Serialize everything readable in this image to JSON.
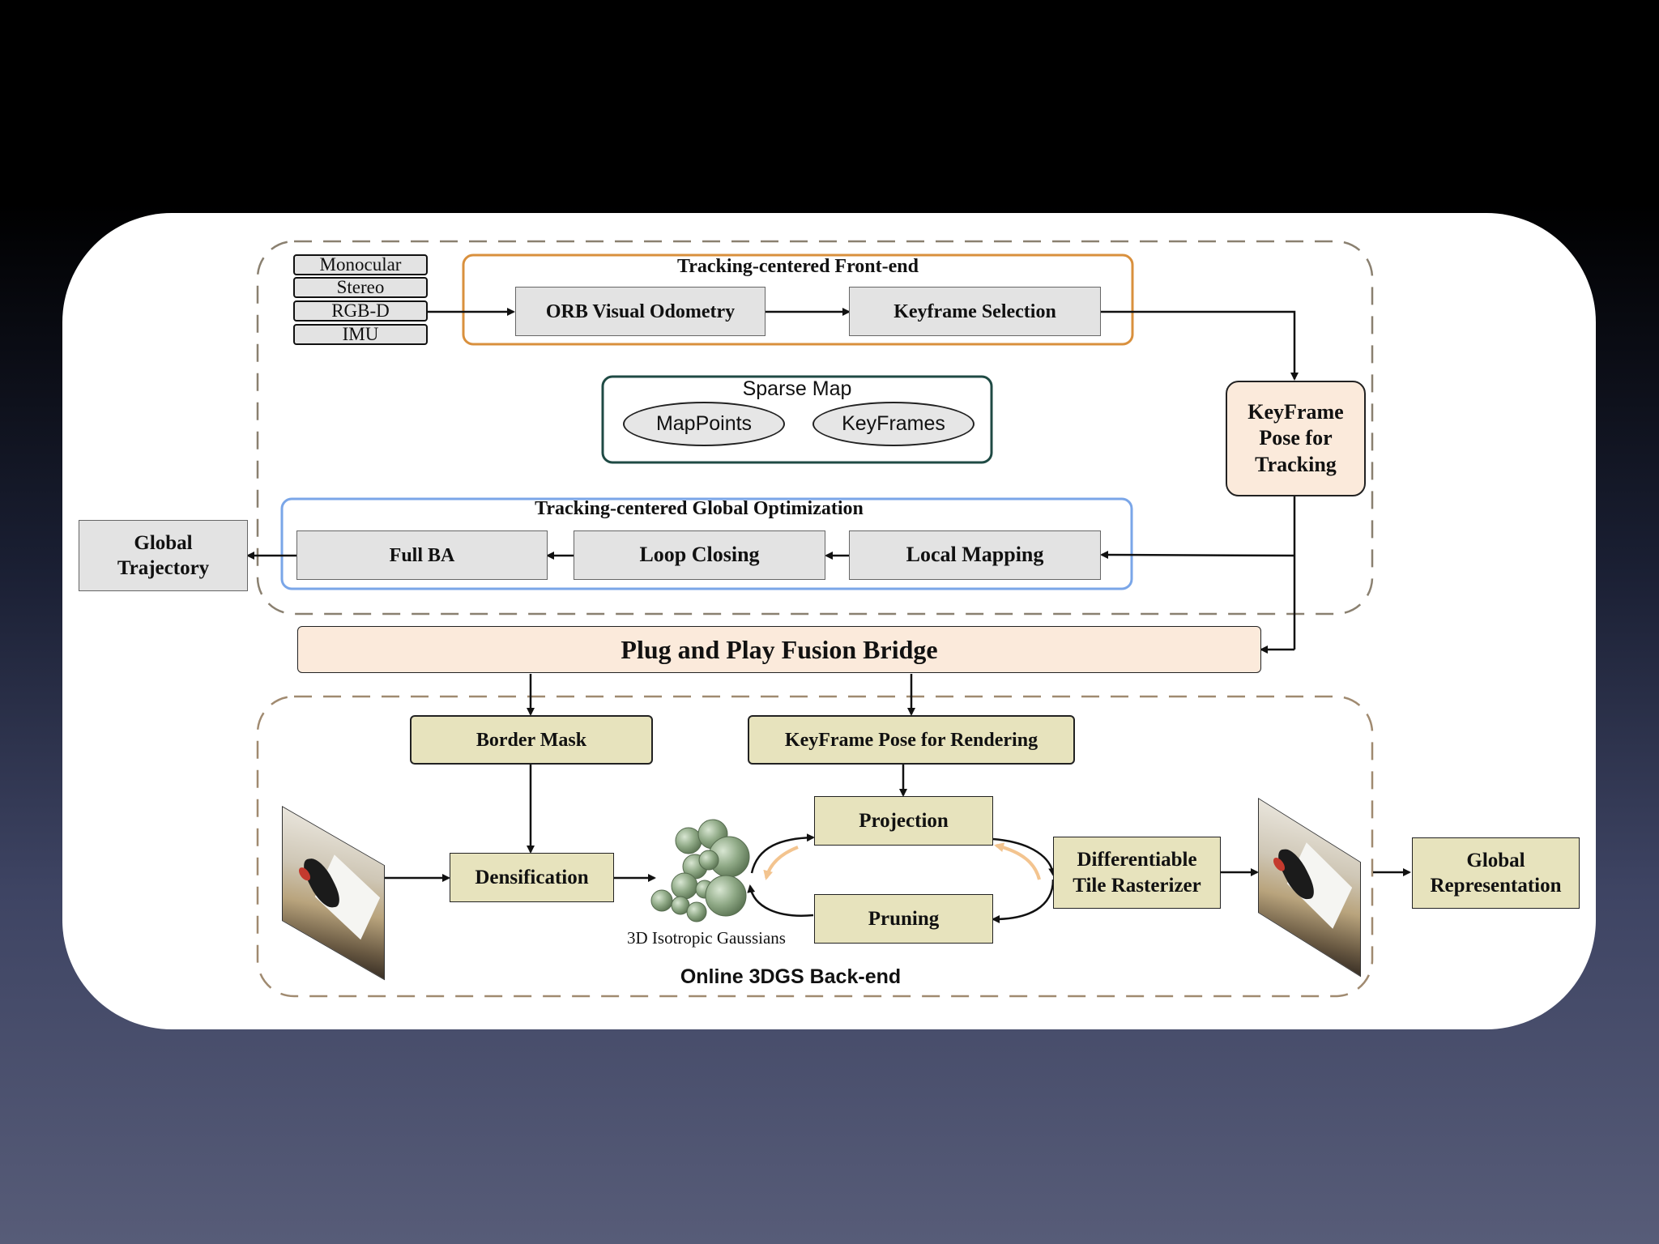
{
  "inputs": [
    "Monocular",
    "Stereo",
    "RGB-D",
    "IMU"
  ],
  "frontend": {
    "title": "Tracking-centered Front-end",
    "orb": "ORB Visual Odometry",
    "keyframe_selection": "Keyframe Selection"
  },
  "sparse_map": {
    "title": "Sparse Map",
    "mappoints": "MapPoints",
    "keyframes": "KeyFrames"
  },
  "keyframe_pose_tracking": "KeyFrame Pose for Tracking",
  "global_opt": {
    "title": "Tracking-centered Global Optimization",
    "full_ba": "Full BA",
    "loop_closing": "Loop Closing",
    "local_mapping": "Local Mapping"
  },
  "global_trajectory": "Global Trajectory",
  "fusion_bridge": "Plug and Play Fusion Bridge",
  "backend": {
    "title": "Online 3DGS Back-end",
    "border_mask": "Border Mask",
    "keyframe_pose_rendering": "KeyFrame Pose for Rendering",
    "densification": "Densification",
    "gaussians_caption": "3D Isotropic Gaussians",
    "projection": "Projection",
    "pruning": "Pruning",
    "rasterizer": "Differentiable Tile Rasterizer",
    "global_representation": "Global Representation"
  },
  "colors": {
    "frontend_border": "#d9903d",
    "global_opt_border": "#7aa6e8",
    "sparse_map_border": "#1f4a44",
    "dashed_border": "#8a8070",
    "peach_fill": "#fbeadb",
    "olive_fill": "#e7e3bd",
    "gaussian_fill": "#8fa986",
    "recycle_arrow": "#f3c48f"
  }
}
